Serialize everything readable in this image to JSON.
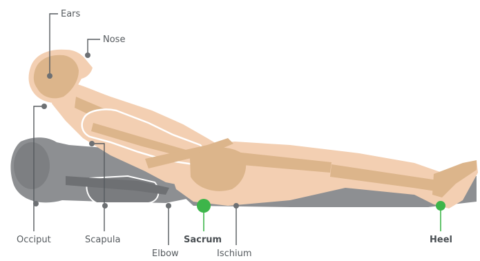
{
  "labels": {
    "ears": "Ears",
    "nose": "Nose",
    "occiput": "Occiput",
    "scapula": "Scapula",
    "elbow": "Elbow",
    "sacrum": "Sacrum",
    "ischium": "Ischium",
    "heel": "Heel"
  },
  "colors": {
    "skin": "#f3cfb2",
    "bone": "#dcb58b",
    "shadow_body": "#8d8f92",
    "shadow_bone": "#6e7073",
    "marker_grey": "#6d7073",
    "marker_green": "#3db54a",
    "leader_grey": "#555a5e",
    "outline": "#ffffff"
  },
  "highlighted_points": [
    "sacrum",
    "heel"
  ]
}
